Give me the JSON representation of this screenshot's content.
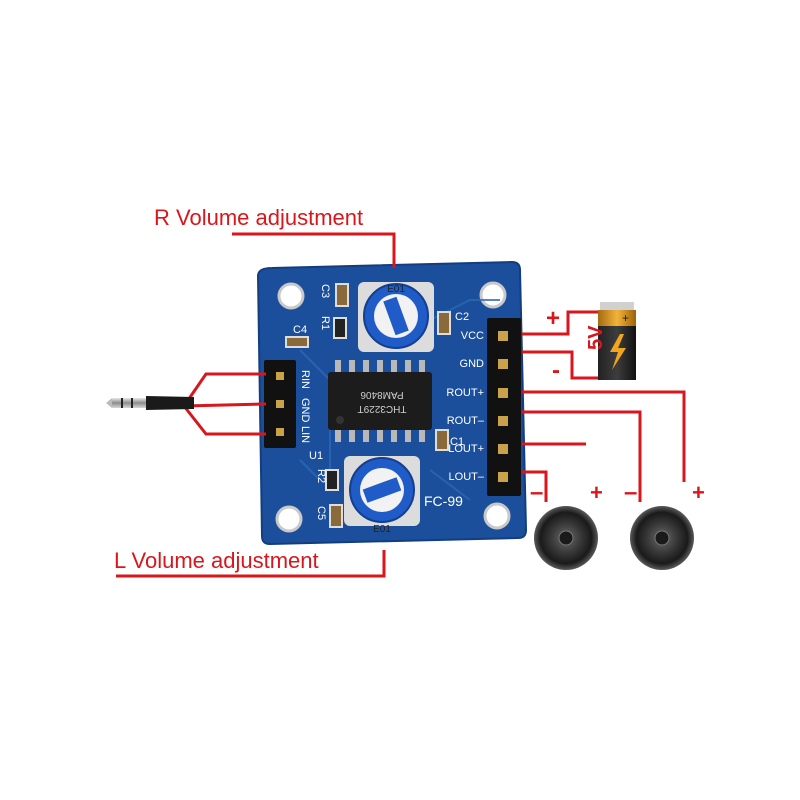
{
  "annotations": {
    "r_volume": "R Volume adjustment",
    "l_volume": "L Volume adjustment",
    "battery_voltage": "5V",
    "plus": "+",
    "minus": "-",
    "minus_speaker": "–"
  },
  "board": {
    "model": "FC-99",
    "chip_line1": "PAM8406",
    "chip_line2": "THC3229T",
    "pins_right": [
      "VCC",
      "GND",
      "ROUT+",
      "ROUT–",
      "LOUT+",
      "LOUT–"
    ],
    "pins_left": [
      "RIN",
      "GND",
      "LIN"
    ],
    "labels": {
      "c1": "C1",
      "c2": "C2",
      "c3": "C3",
      "c4": "C4",
      "c5": "C5",
      "r1": "R1",
      "r2": "R2",
      "u1": "U1",
      "pot_marking": "E01"
    }
  },
  "colors": {
    "pcb": "#1b4f9c",
    "pcb_edge": "#123e80",
    "wire": "#d9161c",
    "annotation_text": "#d9161c",
    "silkscreen": "#ffffff"
  }
}
